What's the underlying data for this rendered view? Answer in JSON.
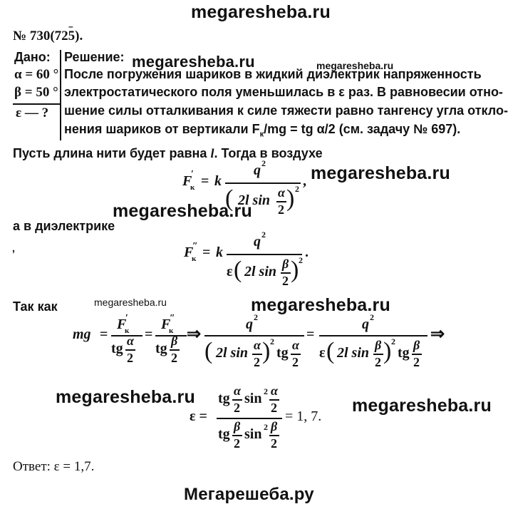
{
  "watermarks": {
    "top": "megaresheba.ru",
    "inline": "megaresheba.ru",
    "small": "megaresheba.ru",
    "bottom": "Мегарешеба.ру"
  },
  "problem": {
    "number": "№ 730(725).",
    "given_label": "Дано:",
    "given": [
      "α = 60 °",
      "β = 50 °"
    ],
    "find": "ε — ?",
    "solution_label": "Решение:",
    "lines": [
      "После погружения шариков в жидкий диэлектрик напряженность",
      "электростатического поля уменьшилась в  ε раз. В равновесии отно-",
      "шение силы отталкивания к силе тяжести равно тангенсу угла откло-",
      "нения шариков от вертикали F",
      "/mg = tg α/2 (см. задачу № 697)."
    ],
    "sub_k": "к"
  },
  "body": {
    "line1a": "Пусть длина нити будет равна ",
    "line1_l": "l",
    "line1b": ". Тогда в воздухе",
    "in_dielectric": "а в диэлектрике",
    "since": "Так как",
    "answer": "Ответ: ε = 1,7."
  },
  "formulas": {
    "F": "F",
    "k_sub": "к",
    "prime1": "′",
    "prime2": "″",
    "eq": "=",
    "k": "k",
    "q2": "q",
    "sq": "2",
    "two_l_sin": "2l sin",
    "alpha": "α",
    "beta": "β",
    "two": "2",
    "comma": ",",
    "dot": ".",
    "eps": "ε",
    "mg": "mg",
    "tg": "tg",
    "arrow": "⇒",
    "eps_eq": "ε =",
    "sin2": "sin",
    "result": "= 1, 7."
  }
}
